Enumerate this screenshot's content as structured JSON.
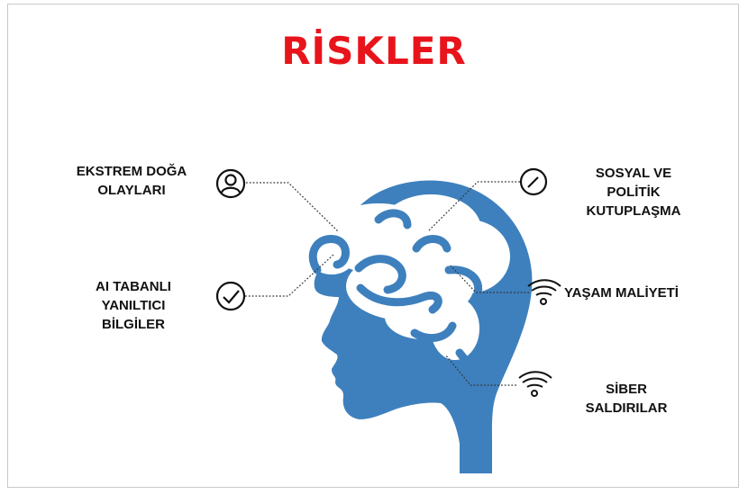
{
  "title": "RİSKLER",
  "colors": {
    "title": "#e8141c",
    "head": "#3e80bd",
    "brain": "#ffffff",
    "lines": "#333333"
  },
  "risks": {
    "extreme_weather": {
      "line1": "EKSTREM DOĞA",
      "line2": "OLAYLARI",
      "icon": "user-icon"
    },
    "ai_misinformation": {
      "line1": "AI TABANLI",
      "line2": "YANILTICI",
      "line3": "BİLGİLER",
      "icon": "checkmark-circle-icon"
    },
    "polarization": {
      "line1": "SOSYAL VE",
      "line2": "POLİTİK",
      "line3": "KUTUPLAŞMA",
      "icon": "clock-icon"
    },
    "cost_of_living": {
      "line1": "YAŞAM MALİYETİ",
      "icon": "wifi-icon"
    },
    "cyber_attacks": {
      "line1": "SİBER",
      "line2": "SALDIRILAR",
      "icon": "wifi-icon"
    }
  }
}
